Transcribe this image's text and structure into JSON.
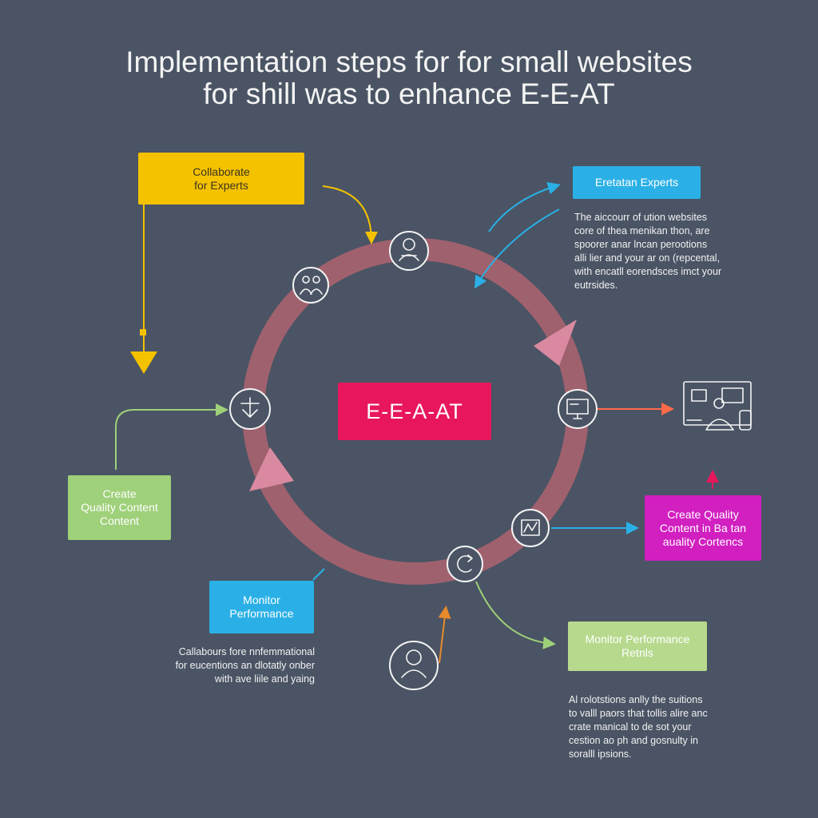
{
  "title": {
    "line1": "Implementation steps for for small websites",
    "line2": "for shill was to enhance E-E-AT"
  },
  "center_label": "E-E-A-AT",
  "boxes": {
    "collaborate": "Collaborate\nfor Experts",
    "eretatan": "Eretatan Experts",
    "create_left": "Create\nQuality Content\nContent",
    "create_right": "Create Quality\nContent in Ba tan\nauality Cortencs",
    "monitor_left": "Monitor\nPerformance",
    "monitor_right": "Monitor Performance\nRetnls"
  },
  "paragraphs": {
    "top_right": "The aiccourr of ution websites\ncore of thea menikan thon, are\nspoorer anar lncan perootions\nalli lier and your ar on (repcental,\nwith encatll eorendsces imct your\neutrsides.",
    "bottom_left": "Callabours fore nnfemmational\nfor eucentions an dlotatly onber\nwith ave liile and yaing",
    "bottom_right": "Al rolotstions anlly the suitions\nto valll paors that tollis alire anc\ncrate manical to de sot your\ncestion ao ph and gosnulty in\nsoralll ipsions."
  },
  "colors": {
    "background": "#4a5464",
    "ring": "#a0616e",
    "center": "#e8175d",
    "yellow": "#f5c200",
    "blue": "#2ab0e6",
    "green": "#9fd07a",
    "magenta": "#d11fc0",
    "light_green": "#b7d98d",
    "orange": "#e88a2a"
  },
  "icons": [
    "person-icon",
    "collaborate-icon",
    "download-icon",
    "desktop-icon",
    "chart-icon",
    "refresh-icon",
    "user-icon",
    "workspace-icon"
  ]
}
